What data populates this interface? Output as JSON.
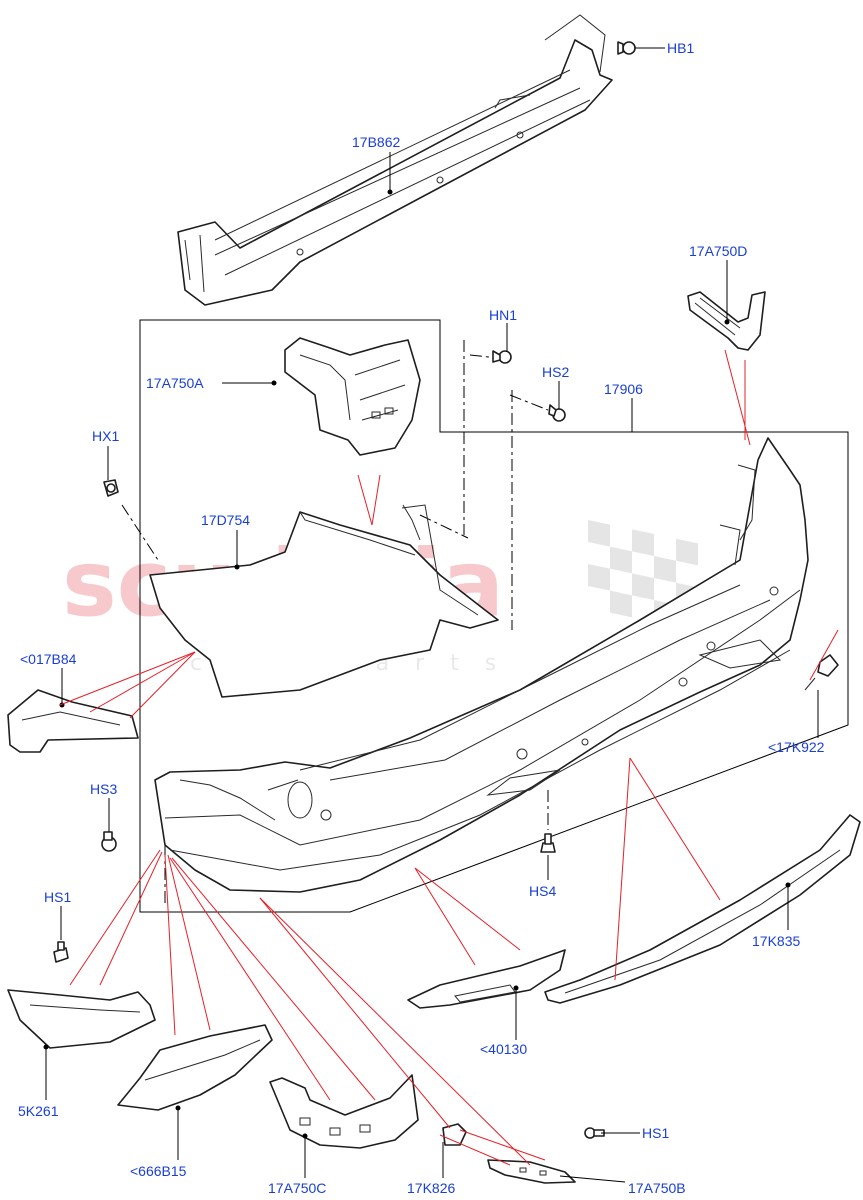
{
  "watermark": {
    "brand": "scuderia",
    "sub": "car parts"
  },
  "labels": {
    "hb1": "HB1",
    "p17b862": "17B862",
    "p17a750d": "17A750D",
    "hn1": "HN1",
    "hs2": "HS2",
    "p17906": "17906",
    "p17a750a": "17A750A",
    "hx1": "HX1",
    "p17d754": "17D754",
    "p017b84": "<017B84",
    "p17k922": "<17K922",
    "hs3": "HS3",
    "hs4": "HS4",
    "hs1_left": "HS1",
    "p17k835": "17K835",
    "p40130": "<40130",
    "p5k261": "5K261",
    "p666b15": "<666B15",
    "hs1_right": "HS1",
    "p17a750c": "17A750C",
    "p17k826": "17K826",
    "p17a750b": "17A750B"
  },
  "colors": {
    "label": "#1a3fd4",
    "callout_red": "#e5202a",
    "line": "#000000",
    "watermark": "#f7c9cd"
  }
}
